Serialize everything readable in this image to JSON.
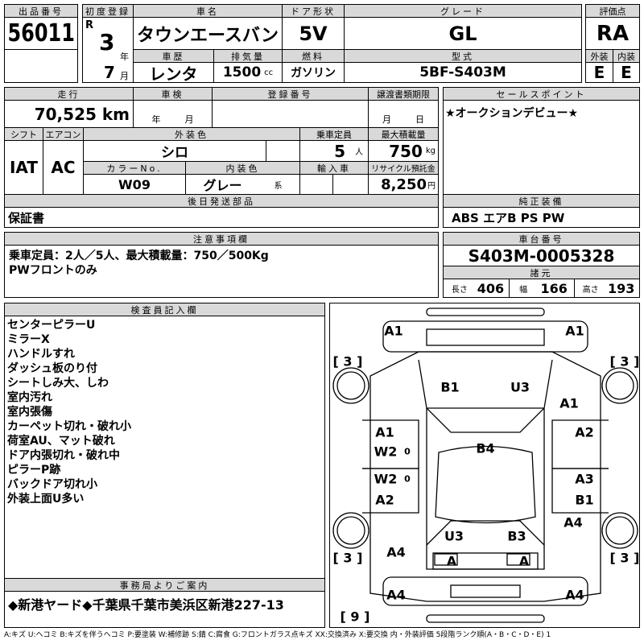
{
  "lot": {
    "label": "出品番号",
    "value": "56011"
  },
  "registration": {
    "label": "初度登録",
    "era": "R",
    "year": "3",
    "year_unit": "年",
    "month": "7",
    "month_unit": "月"
  },
  "car_name": {
    "label": "車名",
    "value": "タウンエースバン"
  },
  "door": {
    "label": "ドア形状",
    "value": "5V"
  },
  "grade": {
    "label": "グレード",
    "value": "GL"
  },
  "history": {
    "label": "車歴",
    "value": "レンタ"
  },
  "displacement": {
    "label": "排気量",
    "value": "1500",
    "unit": "cc"
  },
  "fuel": {
    "label": "燃料",
    "value": "ガソリン"
  },
  "model": {
    "label": "型式",
    "value": "5BF-S403M"
  },
  "score": {
    "label": "評価点",
    "value": "RA",
    "ext_label": "外装",
    "int_label": "内装",
    "ext": "E",
    "int": "E"
  },
  "mileage": {
    "label": "走行",
    "value": "70,525 km"
  },
  "inspection": {
    "label": "車検",
    "year_unit": "年",
    "month_unit": "月"
  },
  "reg_number": {
    "label": "登録番号"
  },
  "transfer": {
    "label": "譲渡書類期限",
    "month_unit": "月",
    "day_unit": "日"
  },
  "shift": {
    "label": "シフト",
    "value": "IAT"
  },
  "aircon": {
    "label": "エアコン",
    "value": "AC"
  },
  "ext_color": {
    "label": "外装色",
    "value": "シロ"
  },
  "capacity": {
    "label": "乗車定員",
    "value": "5",
    "unit": "人"
  },
  "max_load": {
    "label": "最大積載量",
    "value": "750",
    "unit": "kg"
  },
  "color_no": {
    "label": "カラーNo.",
    "value": "W09"
  },
  "int_color": {
    "label": "内装色",
    "value": "グレー",
    "suffix": "系"
  },
  "import": {
    "label": "輸入車"
  },
  "recycle": {
    "label": "リサイクル預託金",
    "value": "8,250",
    "unit": "円"
  },
  "later_parts": {
    "label": "後日発送部品",
    "value": "保証書"
  },
  "sales_point": {
    "label": "セールスポイント",
    "value": "★オークションデビュー★"
  },
  "equipment": {
    "label": "純正装備",
    "value": "ABS エアB PS PW"
  },
  "notes": {
    "label": "注意事項欄",
    "lines": [
      "乗車定員：2人／5人、最大積載量：750／500Kg",
      "PWフロントのみ"
    ]
  },
  "chassis": {
    "label": "車台番号",
    "value": "S403M-0005328"
  },
  "specs": {
    "label": "諸元",
    "length_label": "長さ",
    "length": "406",
    "width_label": "幅",
    "width": "166",
    "height_label": "高さ",
    "height": "193"
  },
  "inspector": {
    "label": "検査員記入欄",
    "lines": [
      "センターピラーU",
      "ミラーX",
      "ハンドルすれ",
      "ダッシュ板のり付",
      "シートしみ大、しわ",
      "室内汚れ",
      "室内張傷",
      "カーペット切れ・破れ小",
      "荷室AU、マット破れ",
      "ドア内張切れ・破れ中",
      "ピラーP跡",
      "バックドア切れ小",
      "外装上面U多い"
    ]
  },
  "office": {
    "label": "事務局よりご案内",
    "value": "◆新港ヤード◆千葉県千葉市美浜区新港227-13"
  },
  "diagram": {
    "marks": [
      "A1",
      "A1",
      "[ 3 ]",
      "[ 3 ]",
      "B1",
      "U3",
      "A1",
      "A1",
      "A2",
      "W2",
      "B4",
      "W2",
      "A3",
      "A2",
      "B1",
      "A4",
      "U3",
      "B3",
      "A4",
      "[ 3 ]",
      "[ 3 ]",
      "A",
      "A",
      "A4",
      "A4",
      "[ 9 ]",
      "0",
      "0"
    ]
  },
  "legend": "A:キズ U:ヘコミ B:キズを伴うヘコミ P:要塗装 W:補修跡 S:錆 C:腐食 G:フロントガラス点キズ XX:交換済み X:要交換 内・外装評価 5段階ランク順(A・B・C・D・E) 1"
}
